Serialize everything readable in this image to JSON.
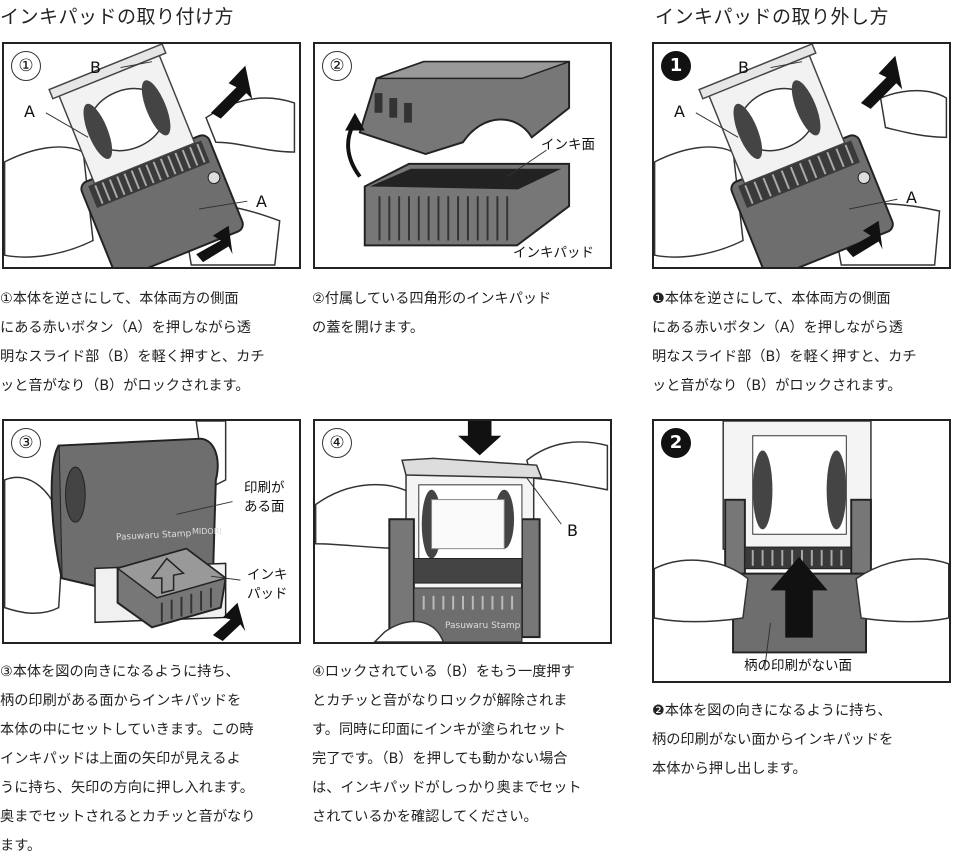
{
  "titles": {
    "attach": "インキパッドの取り付け方",
    "remove": "インキパッドの取り外し方"
  },
  "panels": {
    "p1": {
      "num": "①",
      "label_b": "B",
      "label_a_left": "A",
      "label_a_right": "A"
    },
    "p2": {
      "num": "②",
      "label_ink_surface": "インキ面",
      "label_ink_pad": "インキパッド"
    },
    "p3": {
      "num": "③",
      "label_printed_side_1": "印刷が",
      "label_printed_side_2": "ある面",
      "label_pad_1": "インキ",
      "label_pad_2": "パッド",
      "stamp_text": "Pasuwaru Stamp",
      "brand_text": "MIDORI"
    },
    "p4": {
      "num": "④",
      "label_b": "B",
      "stamp_text": "Pasuwaru Stamp"
    },
    "r1": {
      "num": "1",
      "label_b": "B",
      "label_a_left": "A",
      "label_a_right": "A"
    },
    "r2": {
      "num": "2",
      "label_no_print": "柄の印刷がない面"
    }
  },
  "captions": {
    "p1": [
      "①本体を逆さにして、本体両方の側面",
      "にある赤いボタン（A）を押しながら透",
      "明なスライド部（B）を軽く押すと、カチ",
      "ッと音がなり（B）がロックされます。"
    ],
    "p2": [
      "②付属している四角形のインキパッド",
      "の蓋を開けます。"
    ],
    "p3": [
      "③本体を図の向きになるように持ち、",
      "柄の印刷がある面からインキパッドを",
      "本体の中にセットしていきます。この時",
      "インキパッドは上面の矢印が見えるよ",
      "うに持ち、矢印の方向に押し入れます。",
      "奥までセットされるとカチッと音がなり",
      "ます。"
    ],
    "p4": [
      "④ロックされている（B）をもう一度押す",
      "とカチッと音がなりロックが解除されま",
      "す。同時に印面にインキが塗られセット",
      "完了です。（B）を押しても動かない場合",
      "は、インキパッドがしっかり奥までセット",
      "されているかを確認してください。"
    ],
    "r1": [
      "❶本体を逆さにして、本体両方の側面",
      "にある赤いボタン（A）を押しながら透",
      "明なスライド部（B）を軽く押すと、カチ",
      "ッと音がなり（B）がロックされます。"
    ],
    "r2": [
      "❷本体を図の向きになるように持ち、",
      "柄の印刷がない面からインキパッドを",
      "本体から押し出します。"
    ]
  }
}
